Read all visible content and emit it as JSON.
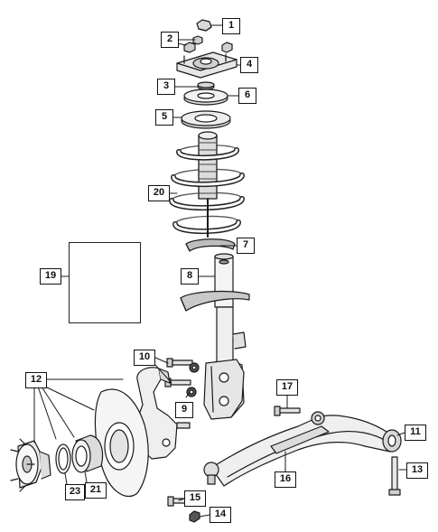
{
  "diagram": {
    "callouts": [
      {
        "id": "c1",
        "label": "1"
      },
      {
        "id": "c2",
        "label": "2"
      },
      {
        "id": "c3",
        "label": "3"
      },
      {
        "id": "c4",
        "label": "4"
      },
      {
        "id": "c5",
        "label": "5"
      },
      {
        "id": "c6",
        "label": "6"
      },
      {
        "id": "c7",
        "label": "7"
      },
      {
        "id": "c8",
        "label": "8"
      },
      {
        "id": "c9",
        "label": "9"
      },
      {
        "id": "c10",
        "label": "10"
      },
      {
        "id": "c11",
        "label": "11"
      },
      {
        "id": "c12",
        "label": "12"
      },
      {
        "id": "c13",
        "label": "13"
      },
      {
        "id": "c14",
        "label": "14"
      },
      {
        "id": "c15",
        "label": "15"
      },
      {
        "id": "c16",
        "label": "16"
      },
      {
        "id": "c17",
        "label": "17"
      },
      {
        "id": "c19",
        "label": "19"
      },
      {
        "id": "c20",
        "label": "20"
      },
      {
        "id": "c21",
        "label": "21"
      },
      {
        "id": "c23",
        "label": "23"
      }
    ]
  }
}
